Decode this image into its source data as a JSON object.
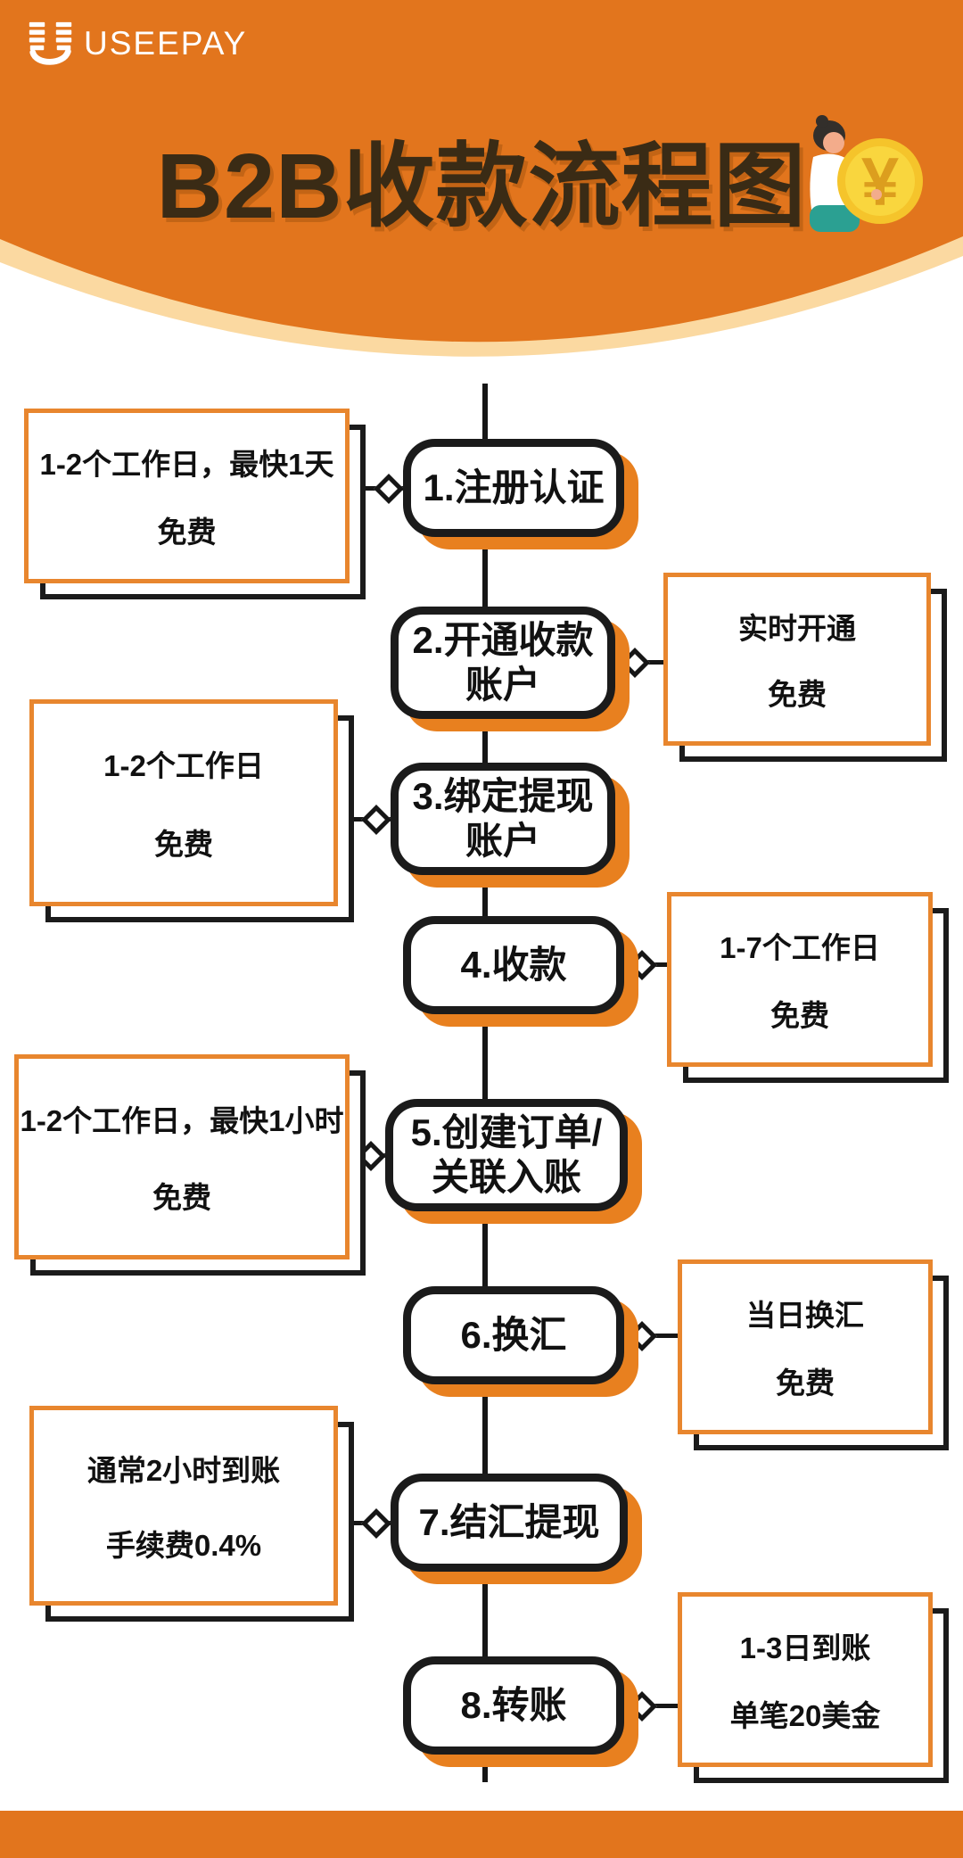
{
  "brand": {
    "logo_text": "USEEPAY"
  },
  "header": {
    "title": "B2B收款流程图"
  },
  "illustration": {
    "coin_symbol": "¥"
  },
  "palette": {
    "header_orange": "#E2751D",
    "curve_cream": "#FBD9A1",
    "node_shadow_orange": "#E8801F",
    "note_border_orange": "#E8862E",
    "line_black": "#161616",
    "title_brown": "#3A2B15",
    "coin_gold": "#F5C42B",
    "pants_teal": "#2BA092"
  },
  "flow": {
    "steps": [
      {
        "label": "1.注册认证",
        "note": {
          "side": "left",
          "lines": [
            "1-2个工作日，最快1天",
            "免费"
          ]
        }
      },
      {
        "label": "2.开通收款\n账户",
        "note": {
          "side": "right",
          "lines": [
            "实时开通",
            "免费"
          ]
        }
      },
      {
        "label": "3.绑定提现\n账户",
        "note": {
          "side": "left",
          "lines": [
            "1-2个工作日",
            "免费"
          ]
        }
      },
      {
        "label": "4.收款",
        "note": {
          "side": "right",
          "lines": [
            "1-7个工作日",
            "免费"
          ]
        }
      },
      {
        "label": "5.创建订单/\n关联入账",
        "note": {
          "side": "left",
          "lines": [
            "1-2个工作日，最快1小时",
            "免费"
          ]
        }
      },
      {
        "label": "6.换汇",
        "note": {
          "side": "right",
          "lines": [
            "当日换汇",
            "免费"
          ]
        }
      },
      {
        "label": "7.结汇提现",
        "note": {
          "side": "left",
          "lines": [
            "通常2小时到账",
            "手续费0.4%"
          ]
        }
      },
      {
        "label": "8.转账",
        "note": {
          "side": "right",
          "lines": [
            "1-3日到账",
            "单笔20美金"
          ]
        }
      }
    ]
  }
}
